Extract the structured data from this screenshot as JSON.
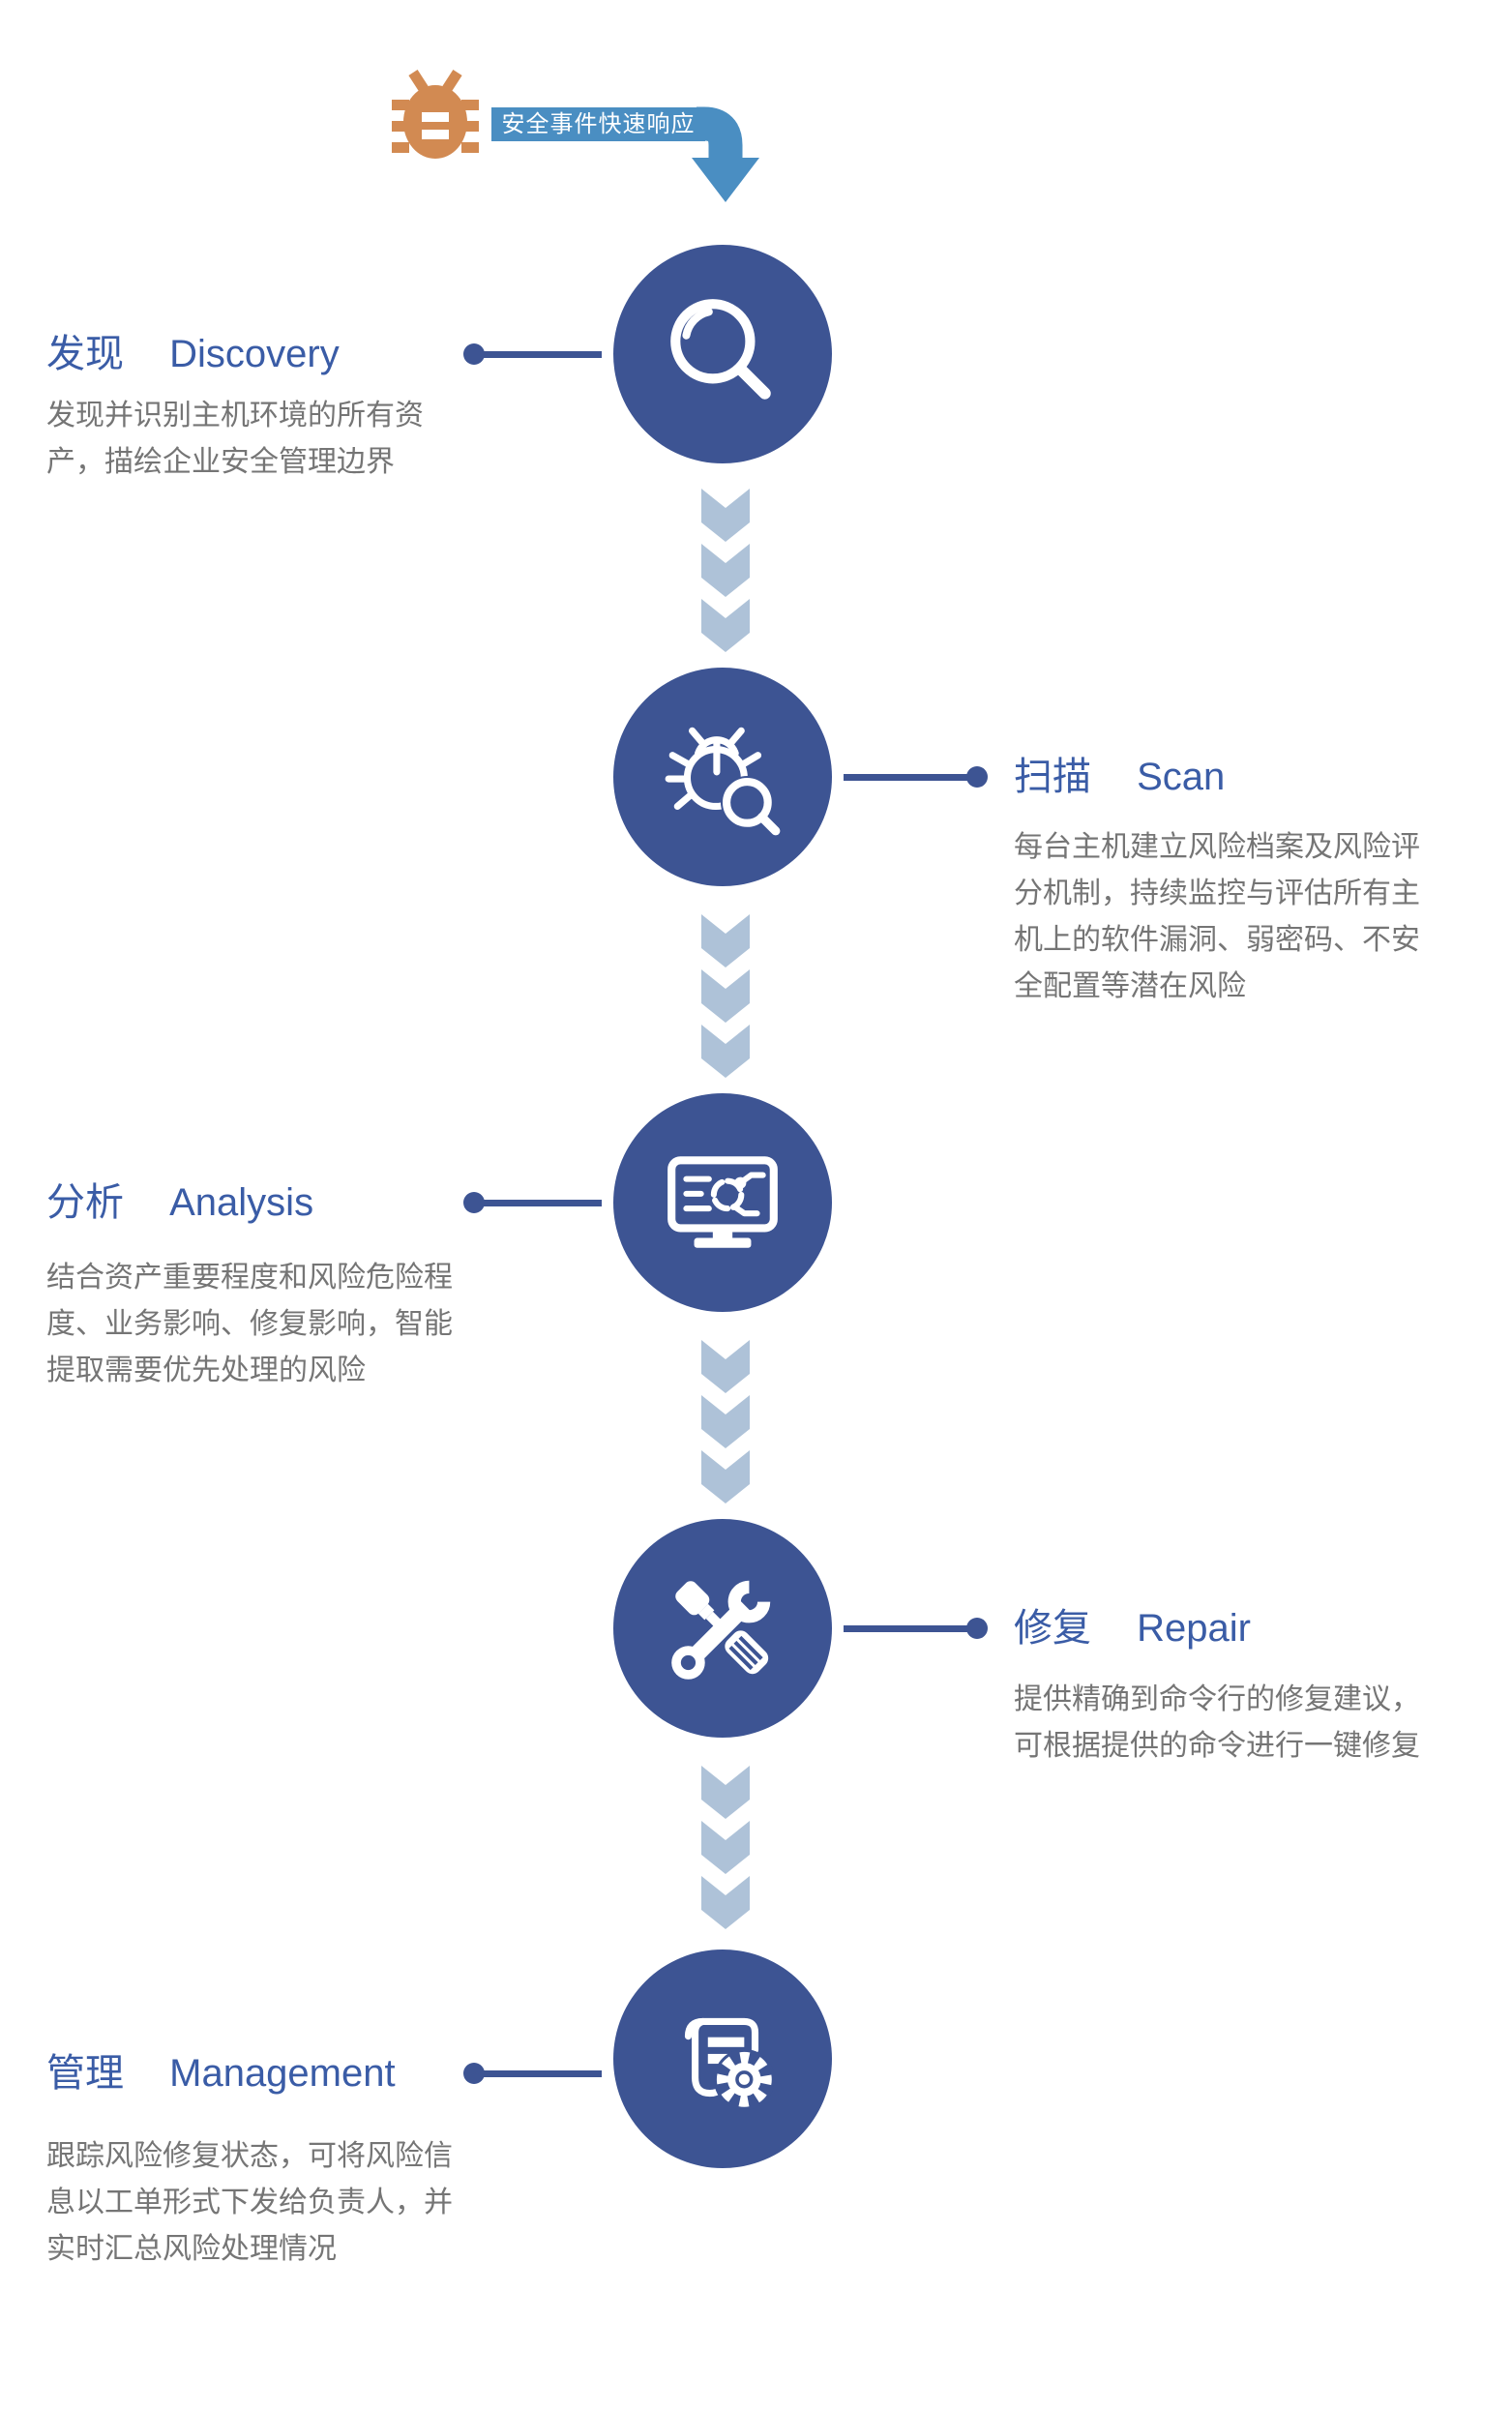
{
  "colors": {
    "circle-blue": "#3d5493",
    "title-blue": "#3a5ca6",
    "body-gray": "#757575",
    "chevron-blue": "#aec2d8",
    "banner-blue": "#4a8ec2",
    "bug-orange": "#d28a52",
    "background": "#ffffff"
  },
  "header": {
    "banner_label": "安全事件快速响应",
    "bug_icon": "bug-icon",
    "arrow_icon": "curved-down-arrow-icon"
  },
  "steps": [
    {
      "title_zh": "发现",
      "title_en": "Discovery",
      "desc": "发现并识别主机环境的所有资\n产，描绘企业安全管理边界",
      "icon": "magnifier-search-icon",
      "side": "left"
    },
    {
      "title_zh": "扫描",
      "title_en": "Scan",
      "desc": "每台主机建立风险档案及风险评\n分机制，持续监控与评估所有主\n机上的软件漏洞、弱密码、不安\n全配置等潜在风险",
      "icon": "bug-scan-icon",
      "side": "right"
    },
    {
      "title_zh": "分析",
      "title_en": "Analysis",
      "desc": "结合资产重要程度和风险危险程\n度、业务影响、修复影响，智能\n提取需要优先处理的风险",
      "icon": "monitor-analysis-icon",
      "side": "left"
    },
    {
      "title_zh": "修复",
      "title_en": "Repair",
      "desc": "提供精确到命令行的修复建议，\n可根据提供的命令进行一键修复",
      "icon": "repair-tools-icon",
      "side": "right"
    },
    {
      "title_zh": "管理",
      "title_en": "Management",
      "desc": "跟踪风险修复状态，可将风险信\n息以工单形式下发给负责人，并\n实时汇总风险处理情况",
      "icon": "document-gear-icon",
      "side": "left"
    }
  ]
}
